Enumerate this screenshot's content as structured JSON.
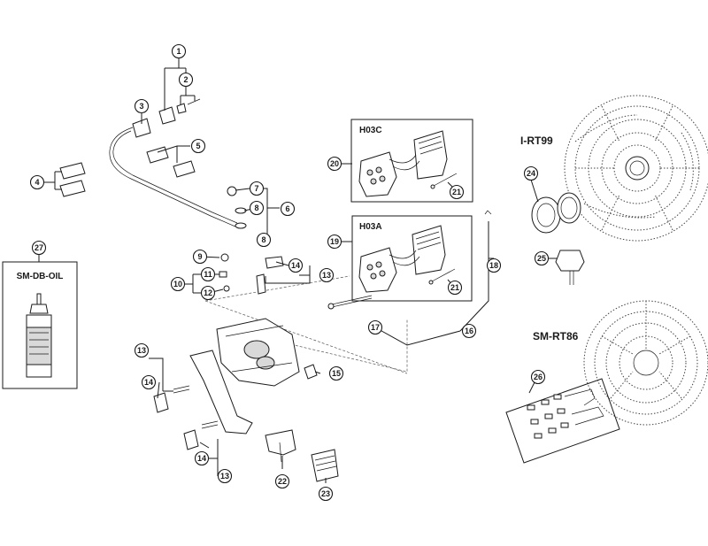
{
  "diagram": {
    "titles": {
      "pad_group_top": "H03C",
      "pad_group_bottom": "H03A",
      "oil_box": "SM-DB-OIL",
      "rotor_top": "I-RT99",
      "rotor_bottom": "SM-RT86"
    },
    "callouts": [
      "1",
      "2",
      "3",
      "4",
      "5",
      "6",
      "7",
      "8",
      "8",
      "9",
      "10",
      "11",
      "12",
      "13",
      "14",
      "13",
      "14",
      "15",
      "13",
      "14",
      "16",
      "17",
      "18",
      "19",
      "20",
      "21",
      "21",
      "22",
      "23",
      "24",
      "25",
      "26",
      "27"
    ]
  }
}
